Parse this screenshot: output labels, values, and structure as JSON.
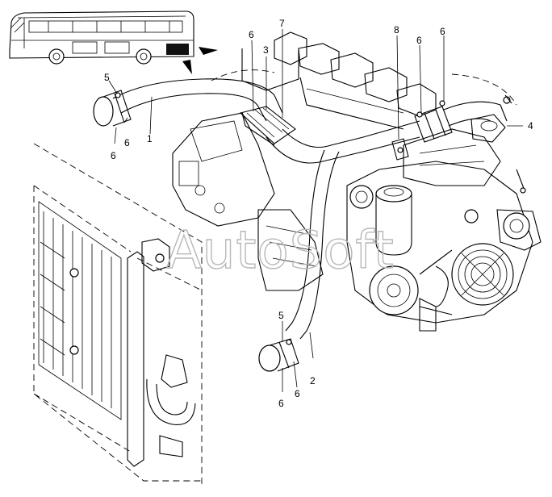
{
  "watermark": "AutoSoft",
  "callouts": {
    "c1": "1",
    "c2": "2",
    "c3": "3",
    "c4": "4",
    "c5a": "5",
    "c5b": "5",
    "c6a": "6",
    "c6b": "6",
    "c6c": "6",
    "c6d": "6",
    "c6e": "6",
    "c6f": "6",
    "c6g": "6",
    "c7": "7",
    "c8": "8"
  }
}
